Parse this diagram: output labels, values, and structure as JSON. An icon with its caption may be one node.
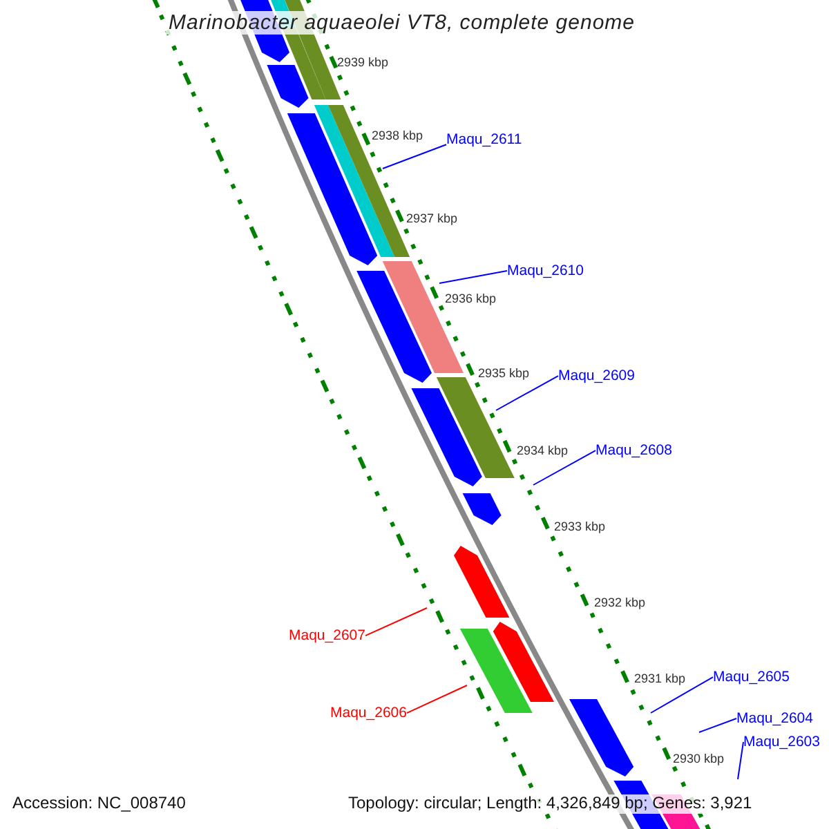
{
  "diagram": {
    "title": "Marinobacter aquaeolei VT8, complete genome",
    "nodes": [
      {
        "text": [
          "Maqu_2611"
        ]
      },
      {
        "text": [
          "Maqu_2610"
        ]
      },
      {
        "text": [
          "Maqu_2609"
        ]
      },
      {
        "text": [
          "Maqu_2608"
        ]
      },
      {
        "text": [
          "Maqu_2607"
        ]
      },
      {
        "text": [
          "Maqu_2605"
        ]
      },
      {
        "text": [
          "Maqu_2606"
        ]
      },
      {
        "text": [
          "Maqu_2604"
        ]
      },
      {
        "text": [
          "Maqu_2603"
        ]
      }
    ],
    "edges": [
      {
        "from": 0,
        "to": null,
        "arrow": "none"
      },
      {
        "from": 1,
        "to": null,
        "arrow": "none"
      },
      {
        "from": 2,
        "to": null,
        "arrow": "none"
      },
      {
        "from": 3,
        "to": null,
        "arrow": "none"
      },
      {
        "from": 4,
        "to": null,
        "arrow": "none",
        "color": "#ff0000"
      },
      {
        "from": 5,
        "to": null,
        "arrow": "none"
      },
      {
        "from": 6,
        "to": null,
        "arrow": "none",
        "color": "#ff0000"
      },
      {
        "from": 7,
        "to": null,
        "arrow": "none"
      },
      {
        "from": 8,
        "to": null,
        "arrow": "none"
      }
    ],
    "labels": [
      "2939 kbp",
      "2938 kbp",
      "2937 kbp",
      "2936 kbp",
      "2935 kbp",
      "2934 kbp",
      "2933 kbp",
      "2932 kbp",
      "2931 kbp",
      "2930 kbp",
      "Accession: NC_008740",
      "Topology: circular; Length: 4,326,849 bp; Genes: 3,921"
    ]
  }
}
